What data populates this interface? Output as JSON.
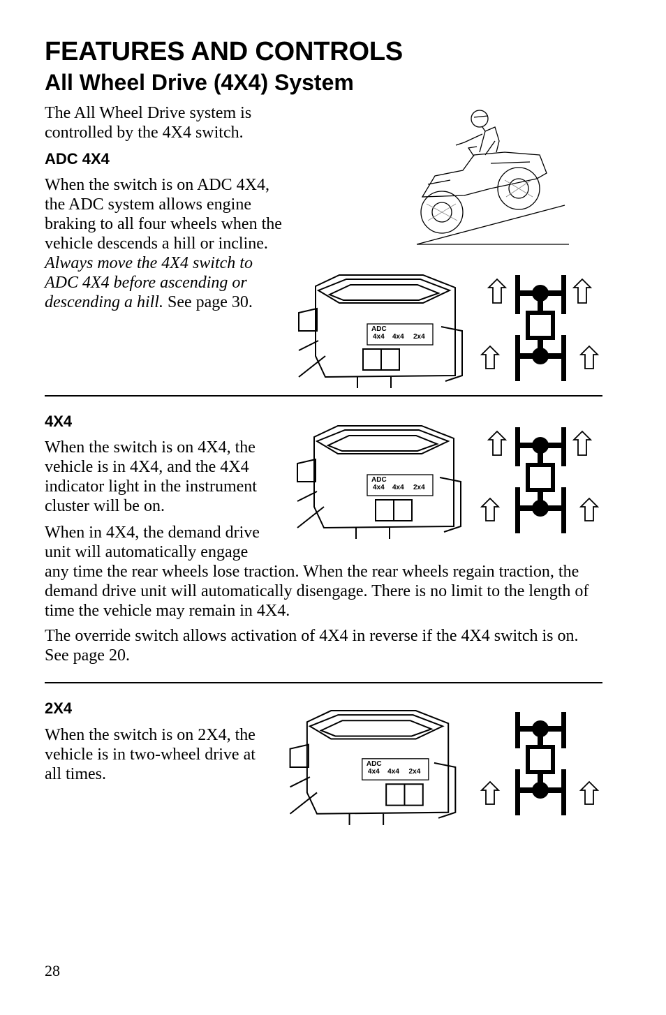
{
  "header": {
    "title": "FEATURES AND CONTROLS",
    "subtitle": "All Wheel Drive (4X4) System"
  },
  "intro": "The All Wheel Drive system is controlled by the 4X4 switch.",
  "adc": {
    "heading": "ADC 4X4",
    "body": "When the switch is on ADC 4X4, the ADC system allows engine braking to all four wheels when the vehicle descends a hill or incline.",
    "warning": "Always move the 4X4 switch to ADC 4X4 before ascending or descending a hill.",
    "ref": "See page 30."
  },
  "fourx4": {
    "heading": "4X4",
    "body1": "When the switch is on 4X4, the vehicle is in 4X4, and the 4X4 indicator light in the instrument cluster will be on.",
    "body2": "When in 4X4, the demand drive unit will automatically engage any time the rear wheels lose traction. When the rear wheels regain traction, the demand drive unit will automatically disengage. There is no limit to the length of time the vehicle may remain in 4X4.",
    "body3": "The override switch allows activation of 4X4 in reverse if the 4X4 switch is on. See page 20."
  },
  "twox4": {
    "heading": "2X4",
    "body": "When the switch is on 2X4, the vehicle is in two-wheel drive at all times."
  },
  "switch_labels": {
    "adc": "ADC",
    "adc4x4": "4x4",
    "awd": "4x4",
    "twowd": "2x4"
  },
  "page_number": "28"
}
